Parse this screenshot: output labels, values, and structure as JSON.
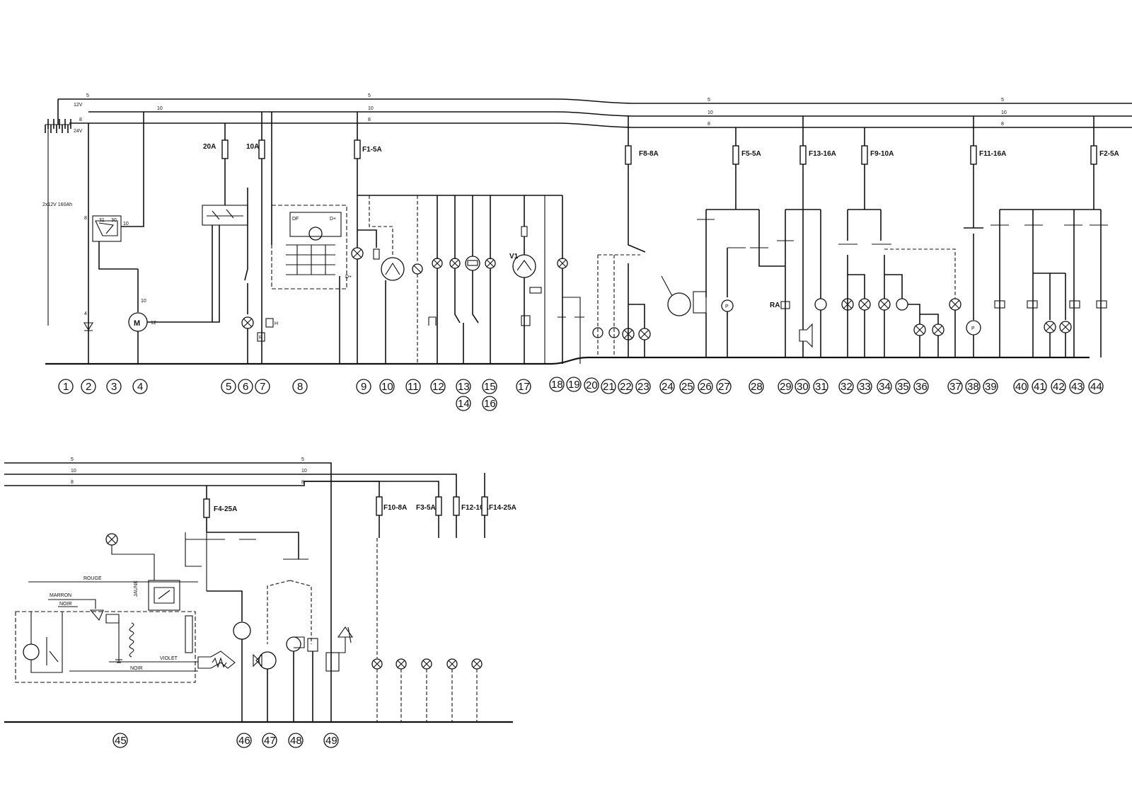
{
  "battery": {
    "voltage_top": "12V",
    "voltage_bottom": "24V",
    "rating": "2x12V 160Ah"
  },
  "bus_wires": {
    "top_wire": "5",
    "middle_wire": "10",
    "bottom_wire": "8"
  },
  "fuses": {
    "f_20a": "20A",
    "f_10a": "10A",
    "f1": "F1-5A",
    "f8": "F8-8A",
    "f5": "F5-5A",
    "f13": "F13-16A",
    "f9": "F9-10A",
    "f11": "F11-16A",
    "f2": "F2-5A",
    "f4": "F4-25A",
    "f10": "F10-8A",
    "f3": "F3-5A",
    "f12": "F12-10A",
    "f14": "F14-25A"
  },
  "component_marks": {
    "motor": "M",
    "gauge_v1": "V1",
    "relay_ra": "RA",
    "pump_p": "P",
    "alt_df": "DF",
    "alt_dplus": "D+",
    "resistor_r": "R",
    "heater_h": "H"
  },
  "wire_colors": {
    "rouge": "ROUGE",
    "marron": "MARRON",
    "noir": "NOIR",
    "violet": "VIOLET",
    "jaune": "JAUNE"
  },
  "callouts_top": [
    "1",
    "2",
    "3",
    "4",
    "5",
    "6",
    "7",
    "8",
    "9",
    "10",
    "11",
    "12",
    "13",
    "15",
    "17",
    "18",
    "19",
    "20",
    "21",
    "22",
    "23",
    "24",
    "25",
    "26",
    "27",
    "28",
    "29",
    "30",
    "31",
    "32",
    "33",
    "34",
    "35",
    "36",
    "37",
    "38",
    "39",
    "40",
    "41",
    "42",
    "43",
    "44"
  ],
  "callouts_top_second_row": [
    "14",
    "16"
  ],
  "callouts_bottom": [
    "45",
    "46",
    "47",
    "48",
    "49"
  ]
}
